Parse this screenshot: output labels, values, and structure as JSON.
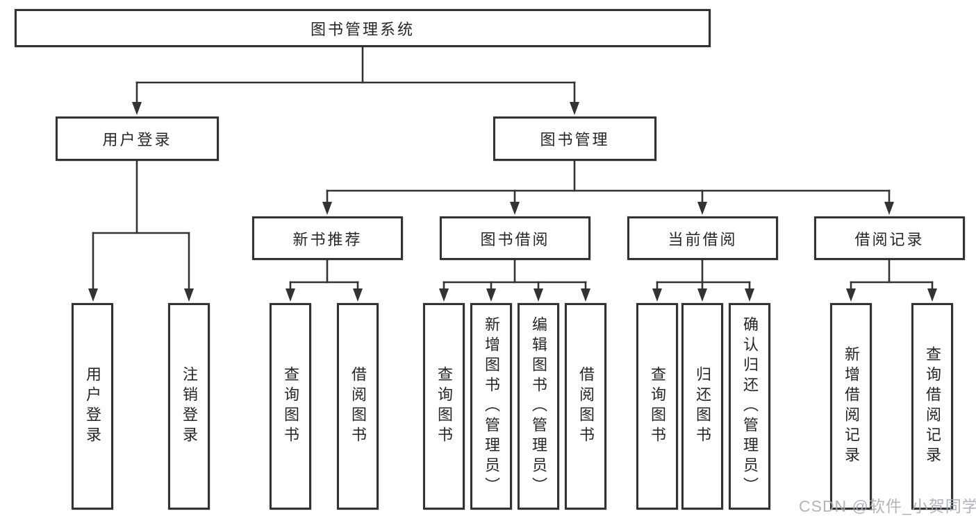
{
  "diagram": {
    "title": "图书管理系统",
    "colors": {
      "line": "#333333",
      "text": "#262626",
      "watermark": "#a4abb2"
    },
    "nodes": {
      "root": {
        "label": "图书管理系统"
      },
      "level2": [
        {
          "label": "用户登录"
        },
        {
          "label": "图书管理"
        }
      ],
      "level3": [
        {
          "label": "新书推荐",
          "parent": "图书管理"
        },
        {
          "label": "图书借阅",
          "parent": "图书管理"
        },
        {
          "label": "当前借阅",
          "parent": "图书管理"
        },
        {
          "label": "借阅记录",
          "parent": "图书管理"
        }
      ],
      "leaves": [
        {
          "label": "用户登录",
          "parent": "用户登录"
        },
        {
          "label": "注销登录",
          "parent": "用户登录"
        },
        {
          "label": "查询图书",
          "parent": "新书推荐"
        },
        {
          "label": "借阅图书",
          "parent": "新书推荐"
        },
        {
          "label": "查询图书",
          "parent": "图书借阅"
        },
        {
          "label": "新增图书（管理员）",
          "parent": "图书借阅"
        },
        {
          "label": "编辑图书（管理员）",
          "parent": "图书借阅"
        },
        {
          "label": "借阅图书",
          "parent": "图书借阅"
        },
        {
          "label": "查询图书",
          "parent": "当前借阅"
        },
        {
          "label": "归还图书",
          "parent": "当前借阅"
        },
        {
          "label": "确认归还（管理员）",
          "parent": "当前借阅"
        },
        {
          "label": "新增借阅记录",
          "parent": "借阅记录"
        },
        {
          "label": "查询借阅记录",
          "parent": "借阅记录"
        }
      ]
    }
  },
  "watermark": {
    "text": "CSDN @软件_小贺同学"
  }
}
